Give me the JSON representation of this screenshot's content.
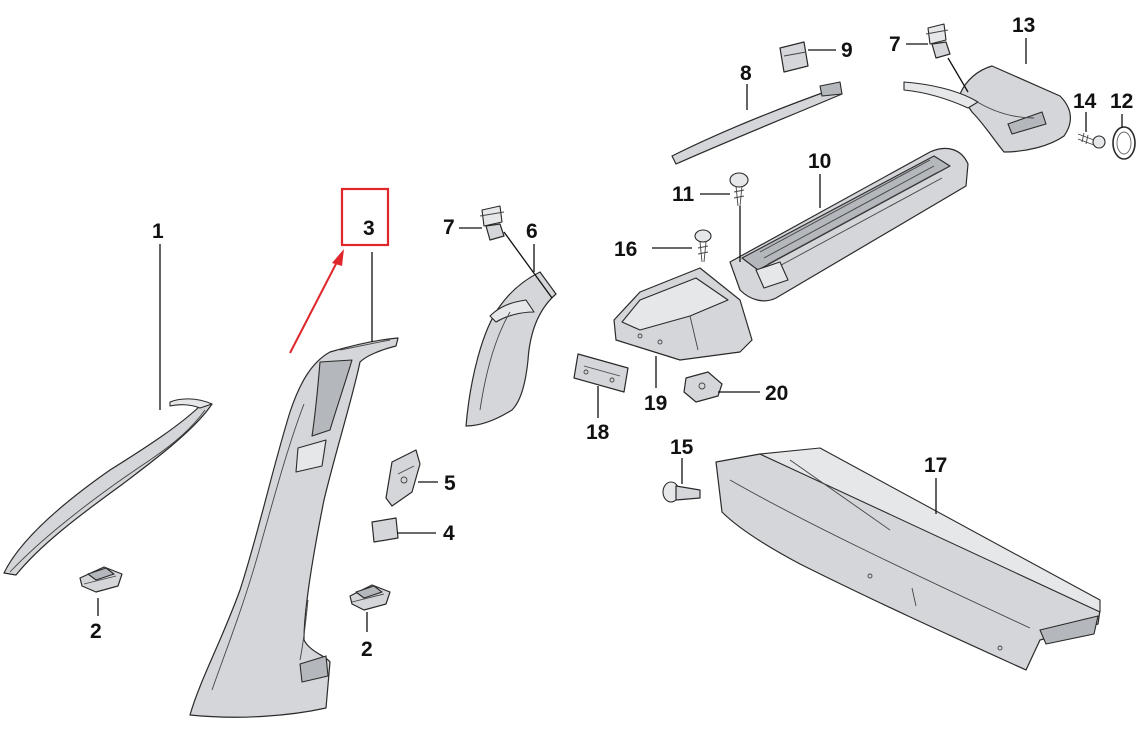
{
  "callouts": {
    "c1": "1",
    "c2a": "2",
    "c2b": "2",
    "c3": "3",
    "c4": "4",
    "c5": "5",
    "c6": "6",
    "c7a": "7",
    "c7b": "7",
    "c8": "8",
    "c9": "9",
    "c10": "10",
    "c11": "11",
    "c12": "12",
    "c13": "13",
    "c14": "14",
    "c15": "15",
    "c16": "16",
    "c17": "17",
    "c18": "18",
    "c19": "19",
    "c20": "20"
  },
  "highlight": {
    "target": "3",
    "color": "#e0262a"
  }
}
